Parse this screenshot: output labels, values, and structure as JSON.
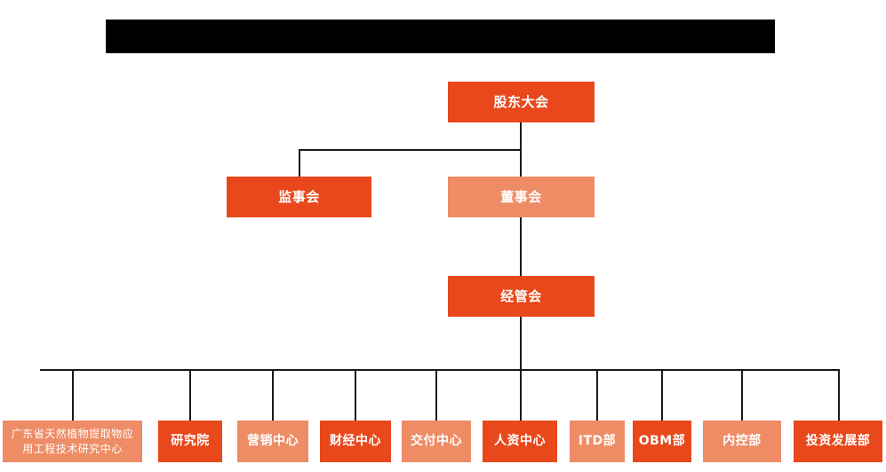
{
  "chart_data": {
    "type": "diagram",
    "title": "",
    "subtype": "organizational-chart",
    "orientation": "top-down",
    "colors": {
      "background": "#ffffff",
      "node_dark": "#E8481B",
      "node_light": "#EE8C66",
      "node_text": "#ffffff",
      "connector": "#1a1a1a",
      "redaction": "#000000"
    },
    "levels": [
      {
        "level": 1,
        "nodes": [
          "股东大会"
        ]
      },
      {
        "level": 2,
        "nodes": [
          "监事会",
          "董事会"
        ]
      },
      {
        "level": 3,
        "nodes": [
          "经管会"
        ]
      },
      {
        "level": 4,
        "nodes": [
          "广东省天然植物提取物应用工程技术研究中心",
          "研究院",
          "营销中心",
          "财经中心",
          "交付中心",
          "人资中心",
          "ITD部",
          "OBM部",
          "内控部",
          "投资发展部"
        ]
      }
    ],
    "edges": [
      {
        "from": "股东大会",
        "to": "监事会"
      },
      {
        "from": "股东大会",
        "to": "董事会"
      },
      {
        "from": "董事会",
        "to": "经管会"
      },
      {
        "from": "经管会",
        "to": "广东省天然植物提取物应用工程技术研究中心"
      },
      {
        "from": "经管会",
        "to": "研究院"
      },
      {
        "from": "经管会",
        "to": "营销中心"
      },
      {
        "from": "经管会",
        "to": "财经中心"
      },
      {
        "from": "经管会",
        "to": "交付中心"
      },
      {
        "from": "经管会",
        "to": "人资中心"
      },
      {
        "from": "经管会",
        "to": "ITD部"
      },
      {
        "from": "经管会",
        "to": "OBM部"
      },
      {
        "from": "经管会",
        "to": "内控部"
      },
      {
        "from": "经管会",
        "to": "投资发展部"
      }
    ]
  },
  "header": {
    "redacted_title": ""
  },
  "nodes": {
    "shareholders_meeting": {
      "label": "股东大会",
      "style": "dark"
    },
    "board_of_supervisors": {
      "label": "监事会",
      "style": "dark"
    },
    "board_of_directors": {
      "label": "董事会",
      "style": "light"
    },
    "management_committee": {
      "label": "经管会",
      "style": "dark"
    }
  },
  "departments": [
    {
      "label_line1": "广东省天然植物提取物应",
      "label_line2": "用工程技术研究中心",
      "style": "light"
    },
    {
      "label": "研究院",
      "style": "dark"
    },
    {
      "label": "营销中心",
      "style": "light"
    },
    {
      "label": "财经中心",
      "style": "dark"
    },
    {
      "label": "交付中心",
      "style": "light"
    },
    {
      "label": "人资中心",
      "style": "dark"
    },
    {
      "label": "ITD部",
      "style": "light"
    },
    {
      "label": "OBM部",
      "style": "dark"
    },
    {
      "label": "内控部",
      "style": "light"
    },
    {
      "label": "投资发展部",
      "style": "dark"
    }
  ]
}
